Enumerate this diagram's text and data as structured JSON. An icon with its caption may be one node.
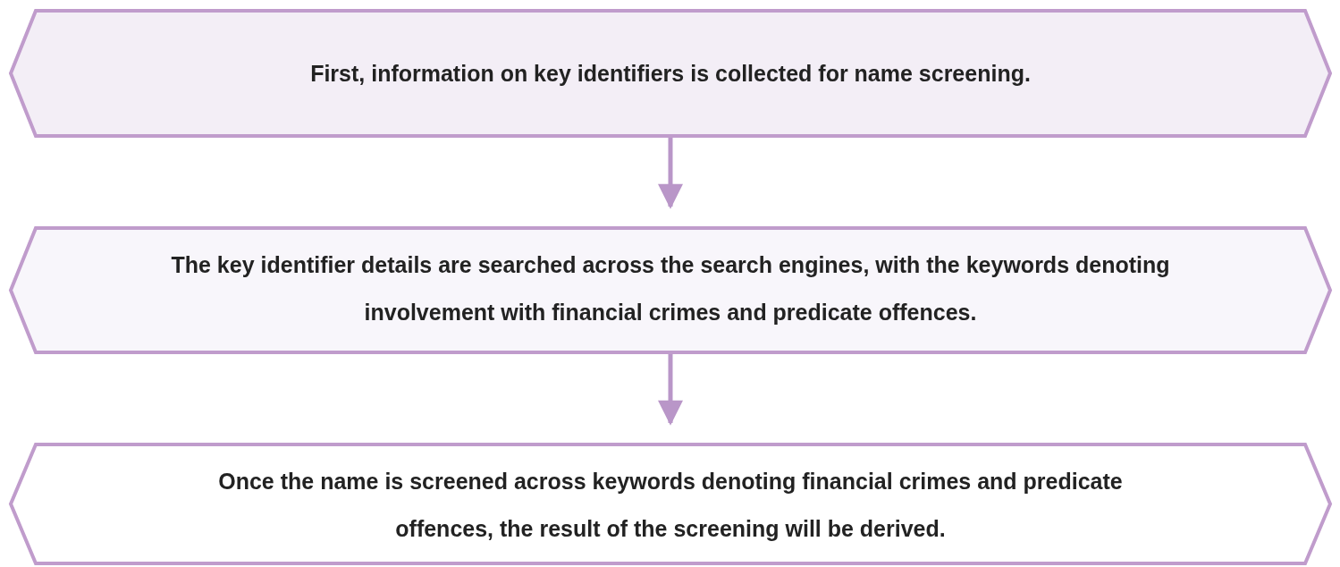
{
  "diagram": {
    "nodes": [
      {
        "text": [
          "First, information on key identifiers is collected for name screening."
        ]
      },
      {
        "text": [
          "The key identifier details are searched across the search engines, with the keywords denoting involvement with financial crimes and predicate offences."
        ]
      },
      {
        "text": [
          "Once the name is screened across keywords denoting financial crimes and predicate offences, the result of the screening will be derived."
        ]
      }
    ],
    "edges": [
      {
        "from": 0,
        "to": 1,
        "arrow": "to"
      },
      {
        "from": 1,
        "to": 2,
        "arrow": "to"
      }
    ]
  }
}
